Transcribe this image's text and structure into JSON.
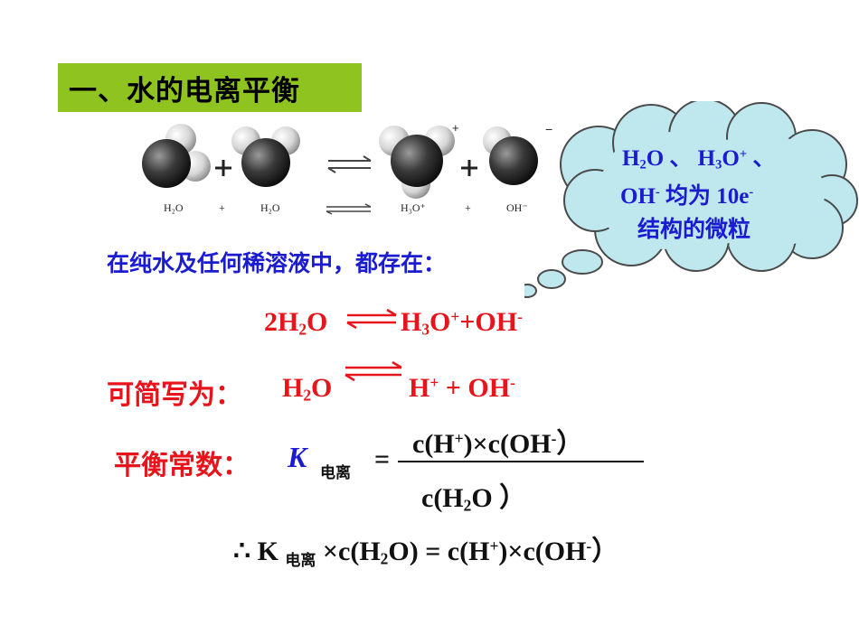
{
  "title": "一、水的电离平衡",
  "figure_labels": {
    "h2o_1": "H₂O",
    "plus_1": "+",
    "h2o_2": "H₂O",
    "h3o": "H₃O⁺",
    "plus_2": "+",
    "oh": "OH⁻"
  },
  "cloud": {
    "l1_a": "H",
    "l1_a_sub": "2",
    "l1_b": "O 、 H",
    "l1_b_sub": "3",
    "l1_c": "O",
    "l1_c_sup": "+",
    "l1_d": " 、",
    "l2_a": "OH",
    "l2_a_sup": "-",
    "l2_b": " 均为 10e",
    "l2_b_sup": "-",
    "l3": "结构的微粒"
  },
  "statement": "在纯水及任何稀溶液中，都存在：",
  "eq1": {
    "lhs_a": "2H",
    "lhs_sub": "2",
    "lhs_b": "O",
    "rhs_a": "H",
    "rhs_sub": "3",
    "rhs_b": "O",
    "rhs_sup1": "+",
    "rhs_c": "+OH",
    "rhs_sup2": "-"
  },
  "eq2": {
    "label": "可简写为：",
    "lhs_a": "H",
    "lhs_sub": "2",
    "lhs_b": "O",
    "rhs_a": "H",
    "rhs_sup1": "+",
    "rhs_b": " + OH",
    "rhs_sup2": "-"
  },
  "eq3": {
    "label": "平衡常数：",
    "k": "K",
    "k_sub": "电离",
    "equals": "=",
    "num_a": "c(H",
    "num_sup1": "+",
    "num_b": ")×c(OH",
    "num_sup2": "-",
    "num_c": "）",
    "den_a": "c(H",
    "den_sub": "2",
    "den_b": "O ）"
  },
  "eq4": {
    "a": "∴ K ",
    "k_sub": "电离",
    "b": " ×c(H",
    "b_sub": "2",
    "c": "O) = c(H",
    "c_sup": "+",
    "d": ")×c(OH",
    "d_sup": "-",
    "e": "）"
  },
  "colors": {
    "title_bg": "#8fc31f",
    "cloud_fill": "#bfe8ee",
    "blue_text": "#1b1bd0",
    "red_text": "#e8141c"
  }
}
